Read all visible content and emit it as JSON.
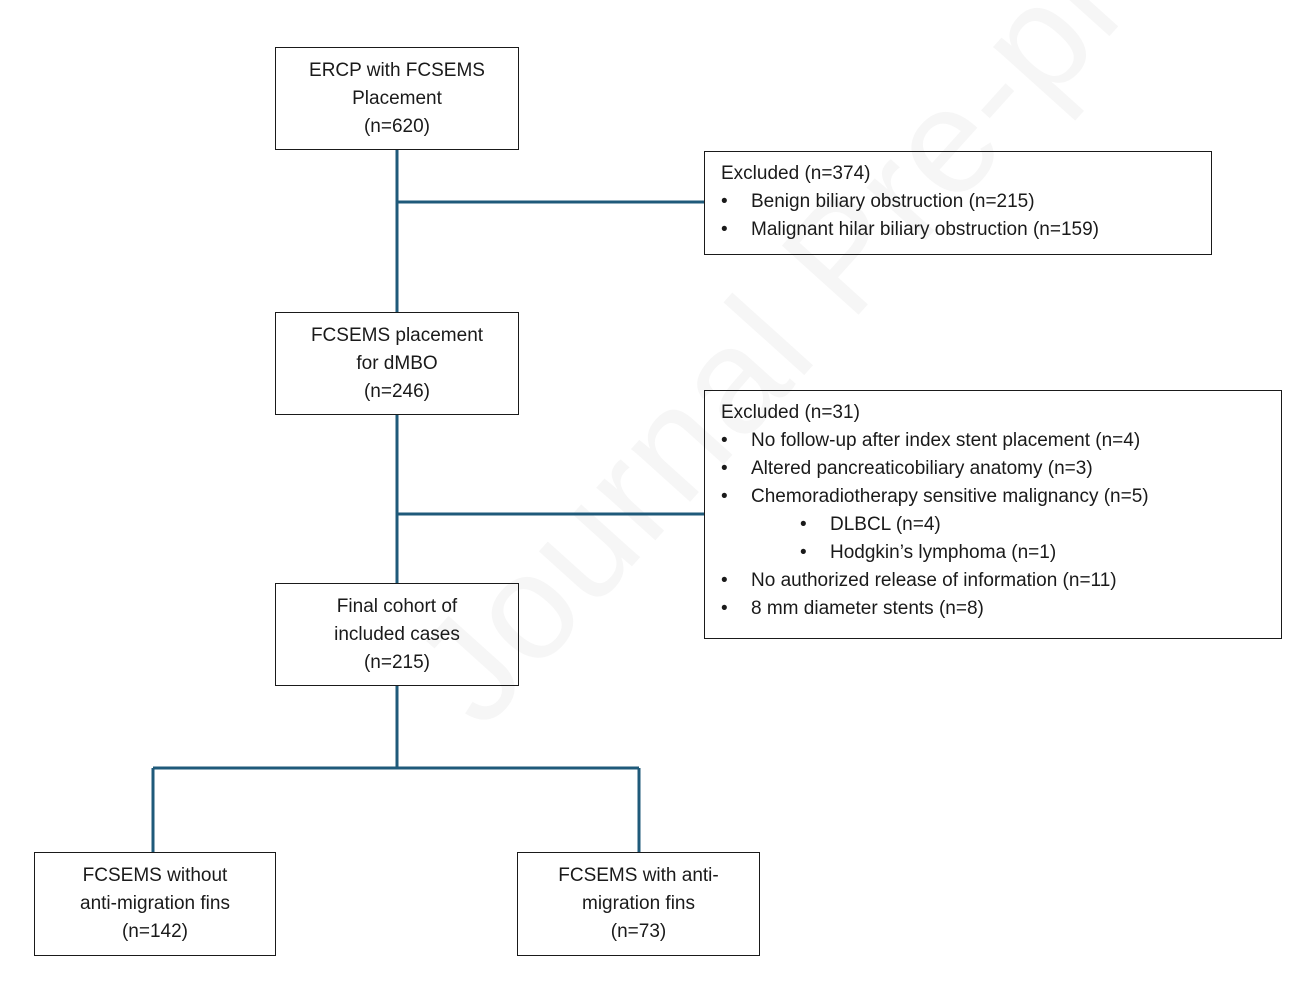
{
  "colors": {
    "connector": "#1f5a7a",
    "box_border": "#1a1a1a",
    "text": "#1a1a1a"
  },
  "watermark": "Journal Pre-proof",
  "boxes": {
    "ercp": {
      "line1": "ERCP with FCSEMS",
      "line2": "Placement",
      "count": "(n=620)"
    },
    "dmbo": {
      "line1": "FCSEMS placement",
      "line2": "for dMBO",
      "count": "(n=246)"
    },
    "final": {
      "line1": "Final cohort of",
      "line2": "included cases",
      "count": "(n=215)"
    },
    "without_fins": {
      "line1": "FCSEMS without",
      "line2": "anti-migration fins",
      "count": "(n=142)"
    },
    "with_fins": {
      "line1": "FCSEMS with anti-",
      "line2": "migration fins",
      "count": "(n=73)"
    }
  },
  "excluded_1": {
    "title": "Excluded (n=374)",
    "items": [
      "Benign biliary obstruction (n=215)",
      "Malignant hilar biliary obstruction (n=159)"
    ]
  },
  "excluded_2": {
    "title": "Excluded (n=31)",
    "items": [
      "No follow-up after index stent placement (n=4)",
      "Altered pancreaticobiliary anatomy (n=3)",
      "Chemoradiotherapy sensitive malignancy (n=5)",
      "No authorized release of  information (n=11)",
      "8 mm diameter stents (n=8)"
    ],
    "subitems": [
      "DLBCL (n=4)",
      "Hodgkin’s lymphoma (n=1)"
    ]
  }
}
